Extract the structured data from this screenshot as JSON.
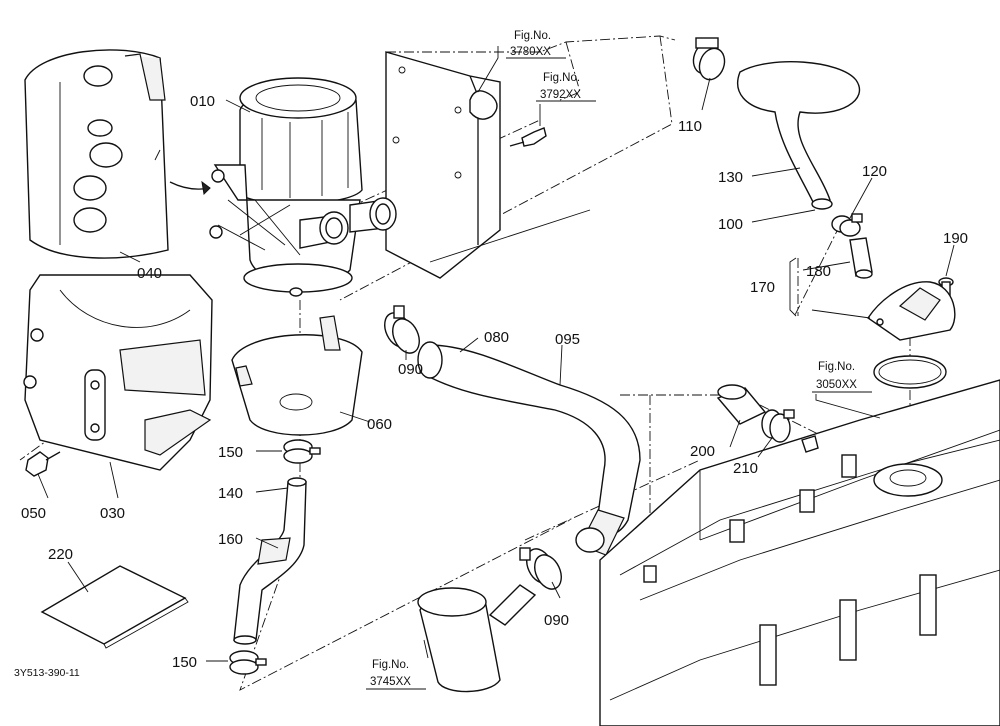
{
  "diagram": {
    "caption": "3Y513-390-11",
    "callouts": [
      {
        "id": "010",
        "label": "010"
      },
      {
        "id": "040",
        "label": "040"
      },
      {
        "id": "030",
        "label": "030"
      },
      {
        "id": "050",
        "label": "050"
      },
      {
        "id": "060",
        "label": "060"
      },
      {
        "id": "080",
        "label": "080"
      },
      {
        "id": "090a",
        "label": "090"
      },
      {
        "id": "090b",
        "label": "090"
      },
      {
        "id": "095",
        "label": "095"
      },
      {
        "id": "100",
        "label": "100"
      },
      {
        "id": "110",
        "label": "110"
      },
      {
        "id": "120",
        "label": "120"
      },
      {
        "id": "130",
        "label": "130"
      },
      {
        "id": "140",
        "label": "140"
      },
      {
        "id": "150a",
        "label": "150"
      },
      {
        "id": "150b",
        "label": "150"
      },
      {
        "id": "160",
        "label": "160"
      },
      {
        "id": "170",
        "label": "170"
      },
      {
        "id": "180",
        "label": "180"
      },
      {
        "id": "190",
        "label": "190"
      },
      {
        "id": "200",
        "label": "200"
      },
      {
        "id": "210",
        "label": "210"
      },
      {
        "id": "220",
        "label": "220"
      }
    ],
    "figure_refs": [
      {
        "id": "3780",
        "prefix": "Fig.No.",
        "number": "3780XX"
      },
      {
        "id": "3792",
        "prefix": "Fig.No.",
        "number": "3792XX"
      },
      {
        "id": "3050",
        "prefix": "Fig.No.",
        "number": "3050XX"
      },
      {
        "id": "3745",
        "prefix": "Fig.No.",
        "number": "3745XX"
      }
    ]
  }
}
